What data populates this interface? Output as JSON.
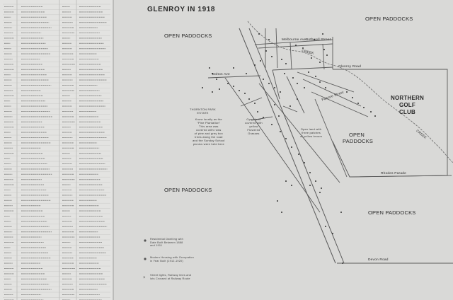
{
  "map": {
    "title": "GLENROY IN 1918",
    "paddocks": [
      "OPEN PADDOCKS",
      "OPEN PADDOCKS",
      "OPEN PADDOCKS",
      "OPEN PADDOCKS",
      "OPEN PADDOCKS"
    ],
    "golf_club": [
      "NORTHERN",
      "GOLF",
      "CLUB"
    ],
    "streets": {
      "melbourne_ave": "Melbourne Ave",
      "bothwell_street": "Bothwell Street",
      "glenroy_road": "Glenroy Road",
      "bolton_ave": "Bolton Ave",
      "rhodes_parade": "Rhodes Parade",
      "devon_road": "Devon Road",
      "pascoe_street": "Pascoe Street",
      "creek_1": "CREEK",
      "creek_2": "CREEK"
    },
    "notes": {
      "estate": [
        "THORNTON PARK",
        "ESTATE"
      ],
      "estate_text": [
        "Know locally as the",
        "\"Pine Plantation\"",
        "This area was",
        "covered with rows",
        "of pine and grey box",
        "trees along the road",
        "and the Sunday School",
        "picnics were held here"
      ],
      "yellow_box": [
        "Open land",
        "covered with",
        "yellow",
        "Flowered",
        "Grasses"
      ],
      "open_land": [
        "Open land with",
        "three patches",
        "of yellow broom"
      ]
    },
    "legend": [
      [
        "Residential Dwelling with",
        "Date Built Between 1888",
        "and 1911"
      ],
      [
        "Modern Housing with Occupation",
        "in Year Built (1912-1920)"
      ],
      [
        "Street lights, Railway lines and",
        "lots Crossed at Railway Route"
      ]
    ]
  }
}
